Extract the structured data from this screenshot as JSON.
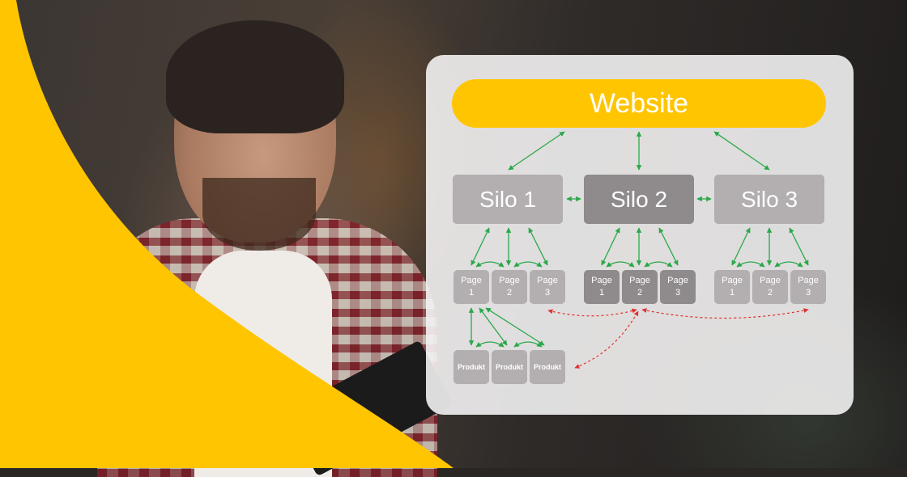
{
  "diagram": {
    "root_label": "Website",
    "silos": [
      {
        "label": "Silo 1",
        "pages": [
          {
            "word": "Page",
            "num": "1"
          },
          {
            "word": "Page",
            "num": "2"
          },
          {
            "word": "Page",
            "num": "3"
          }
        ]
      },
      {
        "label": "Silo 2",
        "pages": [
          {
            "word": "Page",
            "num": "1"
          },
          {
            "word": "Page",
            "num": "2"
          },
          {
            "word": "Page",
            "num": "3"
          }
        ]
      },
      {
        "label": "Silo 3",
        "pages": [
          {
            "word": "Page",
            "num": "1"
          },
          {
            "word": "Page",
            "num": "2"
          },
          {
            "word": "Page",
            "num": "3"
          }
        ]
      }
    ],
    "products": [
      "Produkt",
      "Produkt",
      "Produkt"
    ]
  },
  "colors": {
    "accent_yellow": "#ffc500",
    "box_light": "#b3aeb0",
    "box_dark": "#8f8a8b",
    "link_green": "#2aa84a",
    "cross_link_red": "#e0312f"
  }
}
